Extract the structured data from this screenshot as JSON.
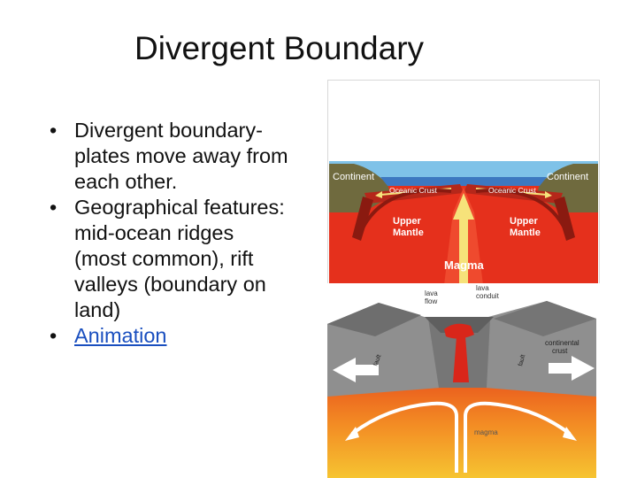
{
  "slide": {
    "title": "Divergent Boundary",
    "bullets": [
      {
        "marker": "•",
        "lines": [
          "Divergent boundary-",
          "plates move away from",
          "each other."
        ]
      },
      {
        "marker": "•",
        "lines": [
          "Geographical features:",
          "mid-ocean ridges",
          "(most common), rift",
          "valleys (boundary on",
          "land)"
        ]
      },
      {
        "marker": "•",
        "link": "Animation"
      }
    ]
  },
  "top_diagram": {
    "continent_left": "Continent",
    "continent_right": "Continent",
    "oceanic_crust_left": "Oceanic Crust",
    "oceanic_crust_right": "Oceanic Crust",
    "upper_mantle_left": [
      "Upper",
      "Mantle"
    ],
    "upper_mantle_right": [
      "Upper",
      "Mantle"
    ],
    "magma": "Magma",
    "colors": {
      "sky": "#7fc2e8",
      "ocean": "#3d78c0",
      "mantle": "#e5301c",
      "continent": "#6f6a3e",
      "crust": "#b5271a",
      "magma": "#f6e27a",
      "arrow": "#8a1a10"
    }
  },
  "bottom_diagram": {
    "lava_flow": [
      "lava",
      "flow"
    ],
    "lava_conduit": [
      "lava",
      "conduit"
    ],
    "continental_crust": [
      "continental",
      "crust"
    ],
    "fault_left": "fault",
    "fault_right": "fault",
    "magma": "magma",
    "colors": {
      "rock": "#8f8f8f",
      "magma_top": "#e8501c",
      "magma_bottom": "#f6c431",
      "lava": "#d9261a",
      "arrow": "#ffffff"
    }
  }
}
